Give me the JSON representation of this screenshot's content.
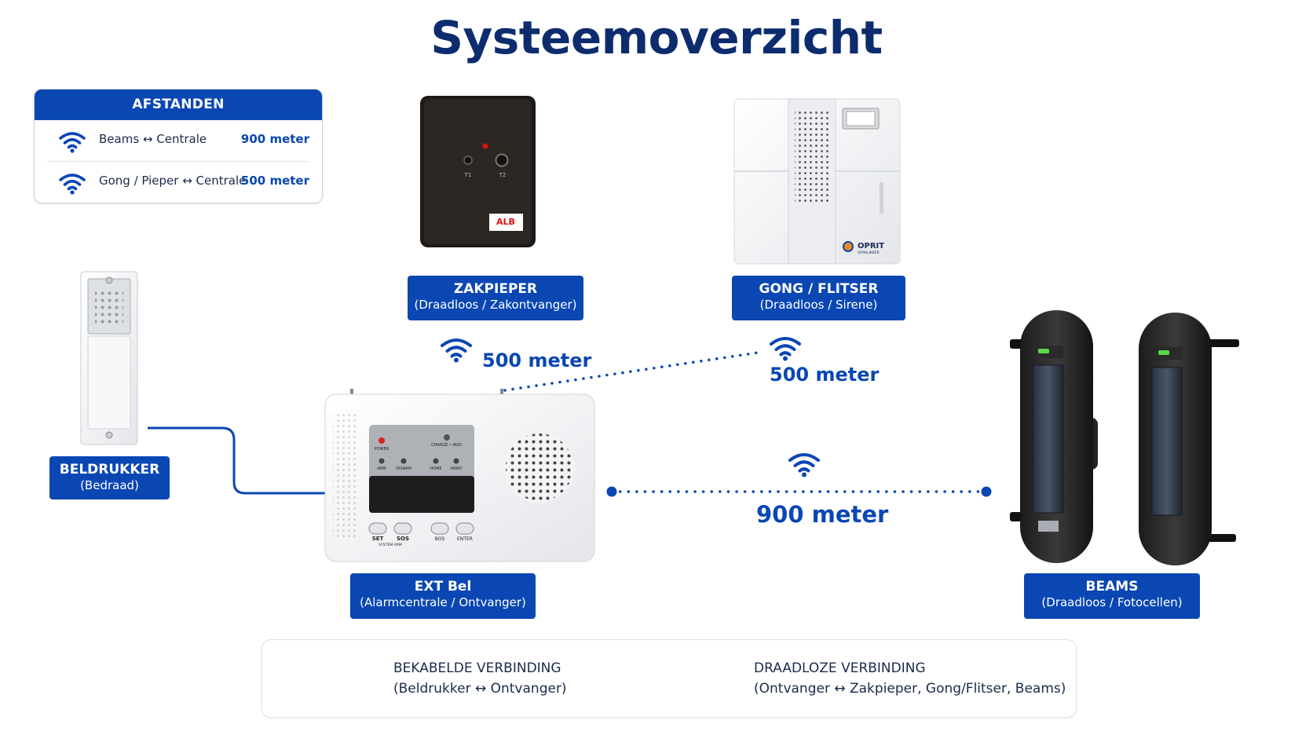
{
  "title": "Systeemoverzicht",
  "distances_panel": {
    "header": "AFSTANDEN",
    "rows": [
      {
        "label": "Beams ↔ Centrale",
        "value": "900 meter"
      },
      {
        "label": "Gong / Pieper ↔ Centrale",
        "value": "500 meter"
      }
    ]
  },
  "devices": {
    "zakpieper": {
      "name": "ZAKPIEPER",
      "sub": "(Draadloos / Zakontvanger)",
      "brand": "ALB",
      "buttons": [
        "T1",
        "T2"
      ]
    },
    "gong": {
      "name": "GONG / FLITSER",
      "sub": "(Draadloos / Sirene)",
      "brand": "OPRIT",
      "brand_sub": "VERKLIKKER"
    },
    "beldrukker": {
      "name": "BELDRUKKER",
      "sub": "(Bedraad)"
    },
    "ext_bel": {
      "name": "EXT Bel",
      "sub": "(Alarmcentrale / Ontvanger)",
      "panel_labels": [
        "POWER",
        "CHARGE • INDC",
        "ARM",
        "DISARM",
        "HOME",
        "ANWY"
      ],
      "keys": [
        "SET",
        "SOS",
        "BOS",
        "ENTER"
      ],
      "keys_sub": "SYSTEM ARM"
    },
    "beams": {
      "name": "BEAMS",
      "sub": "(Draadloos / Fotocellen)"
    }
  },
  "links": {
    "zakpieper_distance": "500 meter",
    "gong_distance": "500 meter",
    "beams_distance": "900 meter"
  },
  "legend": {
    "wired_title": "BEKABELDE VERBINDING",
    "wired_sub": "(Beldrukker ↔ Ontvanger)",
    "wireless_title": "DRAADLOZE VERBINDING",
    "wireless_sub": "(Ontvanger ↔ Zakpieper, Gong/Flitser, Beams)"
  },
  "colors": {
    "brand_blue": "#0a47b3",
    "title_navy": "#0c2c6e"
  }
}
